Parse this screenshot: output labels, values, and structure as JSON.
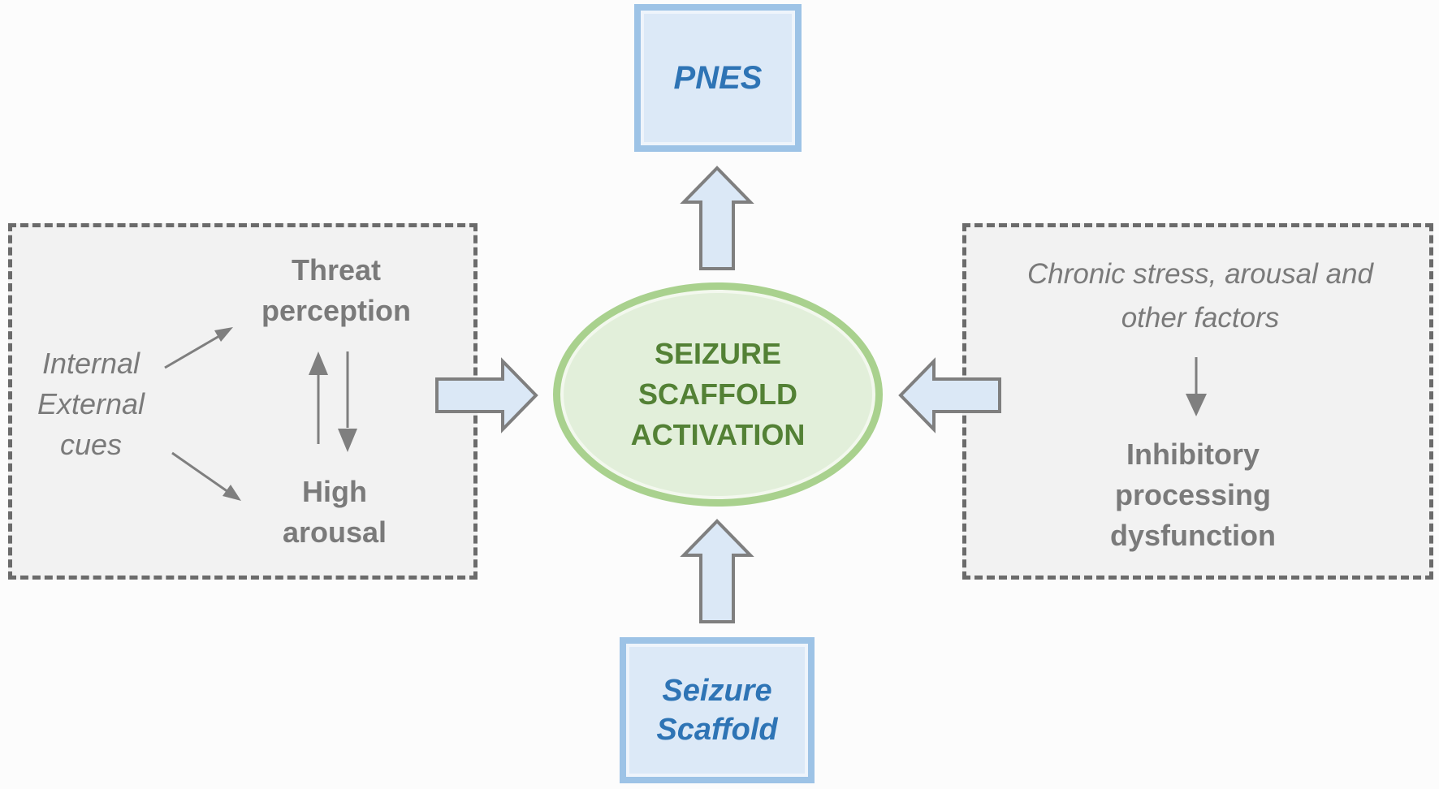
{
  "palette": {
    "background": "#fcfcfc",
    "panel_fill": "#f2f2f2",
    "panel_border": "#6b6b6b",
    "blue_box_fill": "#dce9f7",
    "blue_box_border": "#9dc3e6",
    "blue_text": "#2e74b5",
    "arrow_fill": "#dbe8f6",
    "arrow_border": "#7f7f7f",
    "ellipse_fill": "#e2efda",
    "ellipse_border": "#a9d18e",
    "green_text": "#538135",
    "gray_text": "#7a7a7a"
  },
  "nodes": {
    "pnes": "PNES",
    "activation": "SEIZURE\nSCAFFOLD\nACTIVATION",
    "scaffold": "Seizure\nScaffold",
    "cues": "Internal\nExternal\ncues",
    "threat": "Threat\nperception",
    "arousal": "High\narousal",
    "chronic": "Chronic stress, arousal and\nother factors",
    "inhibitory": "Inhibitory\nprocessing\ndysfunction"
  }
}
